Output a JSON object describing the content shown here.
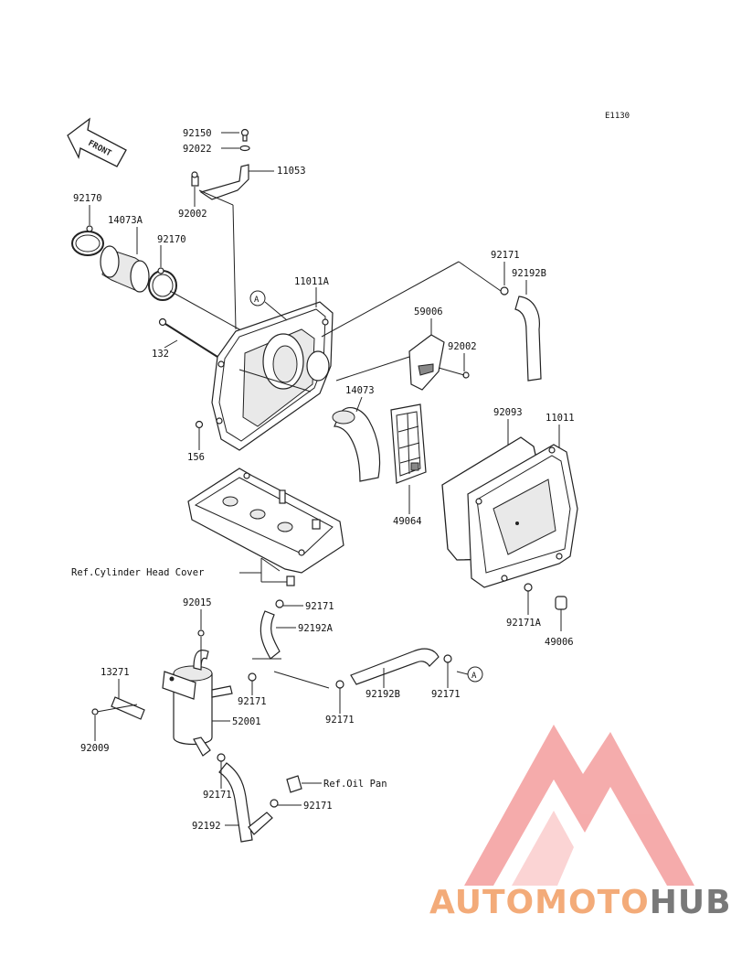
{
  "diagram_code": "E1130",
  "front_label": "FRONT",
  "ref_a": "A",
  "labels": {
    "p92150": "92150",
    "p92022": "92022",
    "p11053": "11053",
    "p92002_top": "92002",
    "p92170_left": "92170",
    "p14073A": "14073A",
    "p92170_right": "92170",
    "p11011A": "11011A",
    "p132": "132",
    "p156": "156",
    "p92171_top": "92171",
    "p92192B_top": "92192B",
    "p59006": "59006",
    "p92002_mid": "92002",
    "p14073": "14073",
    "p92093": "92093",
    "p11011": "11011",
    "p49064": "49064",
    "ref_cyl": "Ref.Cylinder Head Cover",
    "p92171_a": "92171",
    "p92192A": "92192A",
    "p92015": "92015",
    "p13271": "13271",
    "p92171_b": "92171",
    "p92171_c": "92171",
    "p92192B_low": "92192B",
    "p92171_d": "92171",
    "p52001": "52001",
    "p92009": "92009",
    "p92171_e": "92171",
    "ref_oil": "Ref.Oil Pan",
    "p92171_f": "92171",
    "p92192": "92192",
    "p92171A": "92171A",
    "p49006": "49006"
  },
  "watermark": {
    "part1": "AUTOMOTO",
    "part2": "HUB",
    "color_warm": "#f2a36b",
    "color_red": "#ee6f6f",
    "color_dark": "#6b6b6b"
  }
}
